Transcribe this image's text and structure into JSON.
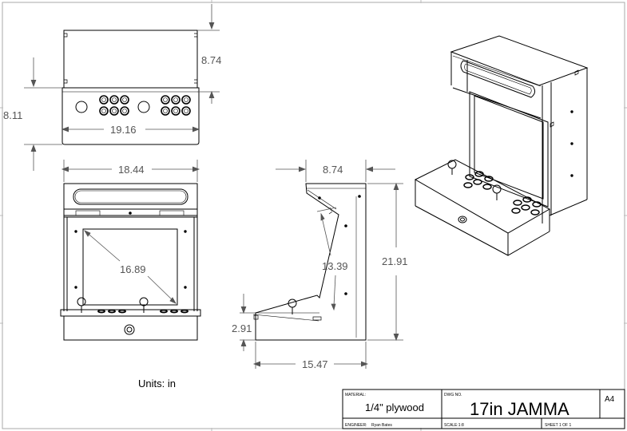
{
  "dimensions": {
    "top_depth": "8.74",
    "top_height": "8.11",
    "top_width": "19.16",
    "front_width": "18.44",
    "front_diagonal": "16.89",
    "side_depth": "8.74",
    "side_height": "21.91",
    "side_screen": "13.39",
    "side_control": "2.91",
    "side_length": "15.47"
  },
  "units_label": "Units: in",
  "title_block": {
    "material_label": "MATERIAL:",
    "material_value": "1/4\" plywood",
    "dwg_label": "DWG NO.",
    "dwg_value": "17in JAMMA",
    "size": "A4",
    "engineer_label": "ENGINEER:",
    "engineer_value": "Ryan Bates",
    "scale": "SCALE:1:8",
    "sheet": "SHEET 1 OF 1"
  }
}
